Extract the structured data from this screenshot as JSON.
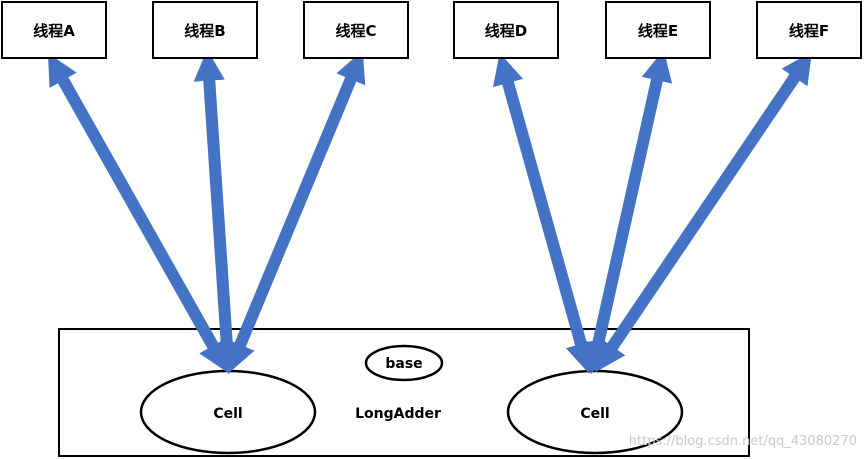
{
  "threads": [
    {
      "id": "A",
      "label": "线程A"
    },
    {
      "id": "B",
      "label": "线程B"
    },
    {
      "id": "C",
      "label": "线程C"
    },
    {
      "id": "D",
      "label": "线程D"
    },
    {
      "id": "E",
      "label": "线程E"
    },
    {
      "id": "F",
      "label": "线程F"
    }
  ],
  "long_adder": {
    "label": "LongAdder",
    "base_label": "base",
    "cells": [
      {
        "label": "Cell",
        "threads": [
          "A",
          "B",
          "C"
        ]
      },
      {
        "label": "Cell",
        "threads": [
          "D",
          "E",
          "F"
        ]
      }
    ]
  },
  "colors": {
    "arrow": "#4472C4",
    "stroke": "#000000",
    "watermark": "#c9c9c9"
  },
  "watermark": "https://blog.csdn.net/qq_43080270"
}
